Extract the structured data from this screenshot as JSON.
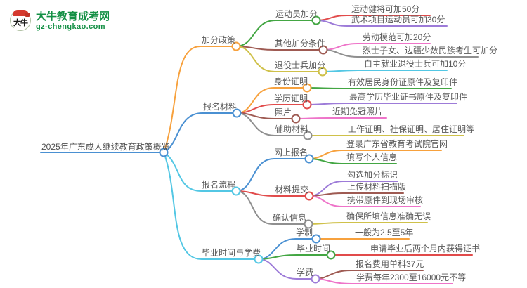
{
  "logo": {
    "title": "大牛教育成考网",
    "domain": "gz-chengkao.com",
    "icon_text": "大牛",
    "brand_color": "#149045"
  },
  "palette": {
    "blue": "#4a90d2",
    "orange": "#f7a13d",
    "cyan": "#53c7e4",
    "green": "#43a643",
    "red": "#e14b4b",
    "darkred": "#9e5a52",
    "yellow": "#cfc14a",
    "purple": "#9d7bd8",
    "pink": "#ee74c9",
    "gray": "#8f8f8f",
    "text": "#595959"
  },
  "mindmap": {
    "root": {
      "label": "2025年广东成人继续教育政策概览"
    },
    "branches": [
      {
        "label": "加分政策",
        "children": [
          {
            "label": "运动员加分",
            "leaves": [
              "运动健将可加50分",
              "武术项目运动员可加30分"
            ]
          },
          {
            "label": "其他加分条件",
            "leaves": [
              "劳动模范可加20分",
              "烈士子女、边疆少数民族考生可加分"
            ]
          },
          {
            "label": "退役士兵加分",
            "leaves": [
              "自主就业退役士兵可加10分"
            ]
          }
        ]
      },
      {
        "label": "报名材料",
        "children": [
          {
            "label": "身份证明",
            "leaves": [
              "有效居民身份证原件及复印件"
            ]
          },
          {
            "label": "学历证明",
            "leaves": [
              "最高学历毕业证书原件及复印件"
            ]
          },
          {
            "label": "照片",
            "leaves": [
              "近期免冠照片"
            ]
          },
          {
            "label": "辅助材料",
            "leaves": [
              "工作证明、社保证明、居住证明等"
            ]
          }
        ]
      },
      {
        "label": "报名流程",
        "children": [
          {
            "label": "网上报名",
            "leaves": [
              "登录广东省教育考试院官网",
              "填写个人信息"
            ]
          },
          {
            "label": "材料提交",
            "leaves": [
              "勾选加分标识",
              "上传材料扫描版",
              "携带原件到现场审核"
            ]
          },
          {
            "label": "确认信息",
            "leaves": [
              "确保所填信息准确无误"
            ]
          }
        ]
      },
      {
        "label": "毕业时间与学费",
        "children": [
          {
            "label": "学制",
            "leaves": [
              "一般为2.5至5年"
            ]
          },
          {
            "label": "毕业时间",
            "leaves": [
              "申请毕业后两个月内获得证书"
            ]
          },
          {
            "label": "学费",
            "leaves": [
              "报名费用单科37元",
              "学费每年2300至16000元不等"
            ]
          }
        ]
      }
    ]
  }
}
